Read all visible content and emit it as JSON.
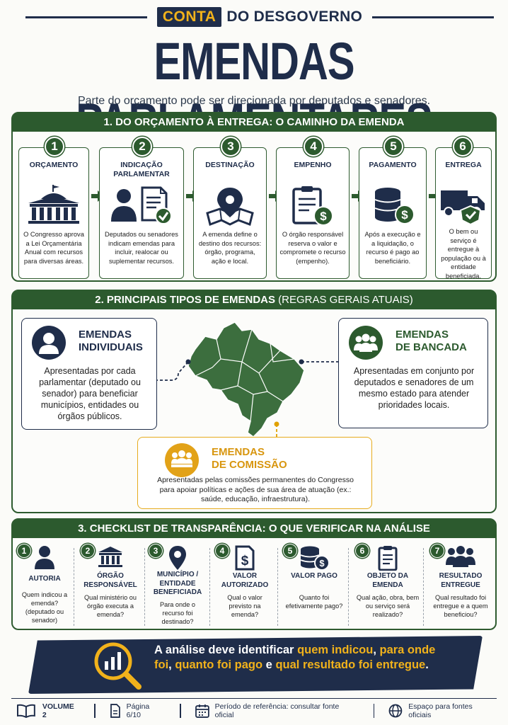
{
  "header": {
    "brand_highlight": "CONTA",
    "brand_rest": "DO DESGOVERNO",
    "title": "EMENDAS PARLAMENTARES",
    "subtitle": "Parte do orçamento pode ser direcionada por deputados e senadores."
  },
  "section1": {
    "heading": "1. DO ORÇAMENTO À ENTREGA: O CAMINHO DA EMENDA",
    "steps": [
      {
        "num": "1",
        "title": "ORÇAMENTO",
        "icon": "congress-building-icon",
        "desc": "O Congresso aprova a Lei Orçamentária Anual com recursos para diversas áreas."
      },
      {
        "num": "2",
        "title": "INDICAÇÃO PARLAMENTAR",
        "icon": "person-document-check-icon",
        "desc": "Deputados ou senadores indicam emendas para incluir, realocar ou suplementar recursos."
      },
      {
        "num": "3",
        "title": "DESTINAÇÃO",
        "icon": "map-pin-icon",
        "desc": "A emenda define o destino dos recursos: órgão, programa, ação e local."
      },
      {
        "num": "4",
        "title": "EMPENHO",
        "icon": "clipboard-money-icon",
        "desc": "O órgão responsável reserva o valor e compromete o recurso (empenho)."
      },
      {
        "num": "5",
        "title": "PAGAMENTO",
        "icon": "coins-money-icon",
        "desc": "Após a execução e a liquidação, o recurso é pago ao beneficiário."
      },
      {
        "num": "6",
        "title": "ENTREGA",
        "icon": "truck-check-icon",
        "desc": "O bem ou serviço é entregue à população ou à entidade beneficiada."
      }
    ]
  },
  "section2": {
    "heading_bold": "2. PRINCIPAIS TIPOS DE EMENDAS",
    "heading_light": "(REGRAS GERAIS ATUAIS)",
    "individual": {
      "title_line1": "EMENDAS",
      "title_line2": "INDIVIDUAIS",
      "desc": "Apresentadas por cada parlamentar (deputado ou senador) para beneficiar municípios, entidades ou órgãos públicos."
    },
    "bancada": {
      "title_line1": "EMENDAS",
      "title_line2": "DE BANCADA",
      "desc": "Apresentadas em conjunto por deputados e senadores de um mesmo estado para atender prioridades locais."
    },
    "comissao": {
      "title_line1": "EMENDAS",
      "title_line2": "DE COMISSÃO",
      "desc": "Apresentadas pelas comissões permanentes do Congresso para apoiar políticas e ações de sua área de atuação (ex.: saúde, educação, infraestrutura)."
    }
  },
  "section3": {
    "heading": "3. CHECKLIST DE TRANSPARÊNCIA: O QUE VERIFICAR NA ANÁLISE",
    "items": [
      {
        "num": "1",
        "title": "AUTORIA",
        "icon": "person-icon",
        "desc": "Quem indicou a emenda? (deputado ou senador)"
      },
      {
        "num": "2",
        "title": "ÓRGÃO RESPONSÁVEL",
        "icon": "building-icon",
        "desc": "Qual ministério ou órgão executa a emenda?"
      },
      {
        "num": "3",
        "title": "MUNICÍPIO / ENTIDADE BENEFICIADA",
        "icon": "map-pin-icon",
        "desc": "Para onde o recurso foi destinado?"
      },
      {
        "num": "4",
        "title": "VALOR AUTORIZADO",
        "icon": "money-document-icon",
        "desc": "Qual o valor previsto na emenda?"
      },
      {
        "num": "5",
        "title": "VALOR PAGO",
        "icon": "coins-icon",
        "desc": "Quanto foi efetivamente pago?"
      },
      {
        "num": "6",
        "title": "OBJETO DA EMENDA",
        "icon": "clipboard-icon",
        "desc": "Qual ação, obra, bem ou serviço será realizado?"
      },
      {
        "num": "7",
        "title": "RESULTADO ENTREGUE",
        "icon": "group-icon",
        "desc": "Qual resultado foi entregue e a quem beneficiou?"
      }
    ]
  },
  "banner": {
    "p1": "A análise deve identificar ",
    "h1": "quem indicou",
    "p2": ", ",
    "h2": "para onde foi",
    "p3": ", ",
    "h3": "quanto foi pago",
    "p4": " e ",
    "h4": "qual resultado foi entregue",
    "p5": "."
  },
  "footer": {
    "volume": "VOLUME 2",
    "page": "Página 6/10",
    "period": "Período de referência: consultar fonte oficial",
    "sources": "Espaço para fontes oficiais"
  },
  "colors": {
    "green": "#2c5a2e",
    "navy": "#1f2d4a",
    "gold": "#f1b21b",
    "map_green": "#3c6e3e"
  }
}
